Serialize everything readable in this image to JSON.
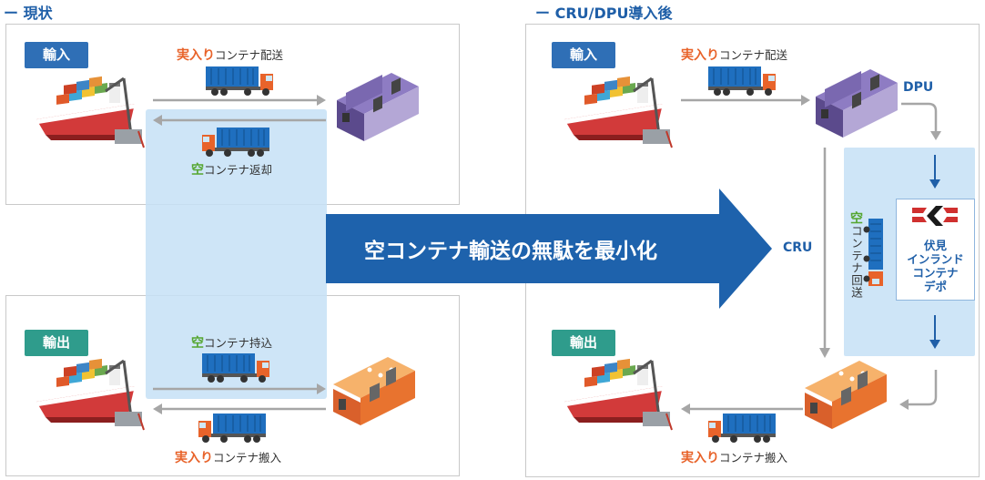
{
  "left": {
    "title": "ー 現状",
    "import_badge": "輸入",
    "export_badge": "輸出",
    "import_full": {
      "hl": "実入り",
      "rest": "コンテナ配送"
    },
    "import_empty": {
      "hl": "空",
      "rest": "コンテナ返却"
    },
    "export_empty": {
      "hl": "空",
      "rest": "コンテナ持込"
    },
    "export_full": {
      "hl": "実入り",
      "rest": "コンテナ搬入"
    }
  },
  "right": {
    "title": "ー CRU/DPU導入後",
    "import_badge": "輸入",
    "export_badge": "輸出",
    "import_full": {
      "hl": "実入り",
      "rest": "コンテナ配送"
    },
    "export_full": {
      "hl": "実入り",
      "rest": "コンテナ搬入"
    },
    "dpu_label": "DPU",
    "cru_label": "CRU",
    "empty_return": {
      "hl": "空",
      "rest": "コンテナ回送"
    },
    "depot": {
      "logo": "K",
      "line1": "伏見",
      "line2": "インランド",
      "line3": "コンテナ",
      "line4": "デポ"
    }
  },
  "center": {
    "message": "空コンテナ輸送の無駄を最小化"
  },
  "colors": {
    "blue": "#1f5fa8",
    "orange": "#e8632a",
    "green": "#55a630",
    "highlight": "#c6e0f6",
    "badge_blue": "#2f6fb6",
    "badge_teal": "#2f9c8c",
    "arrow_gray": "#a6a6a6"
  }
}
